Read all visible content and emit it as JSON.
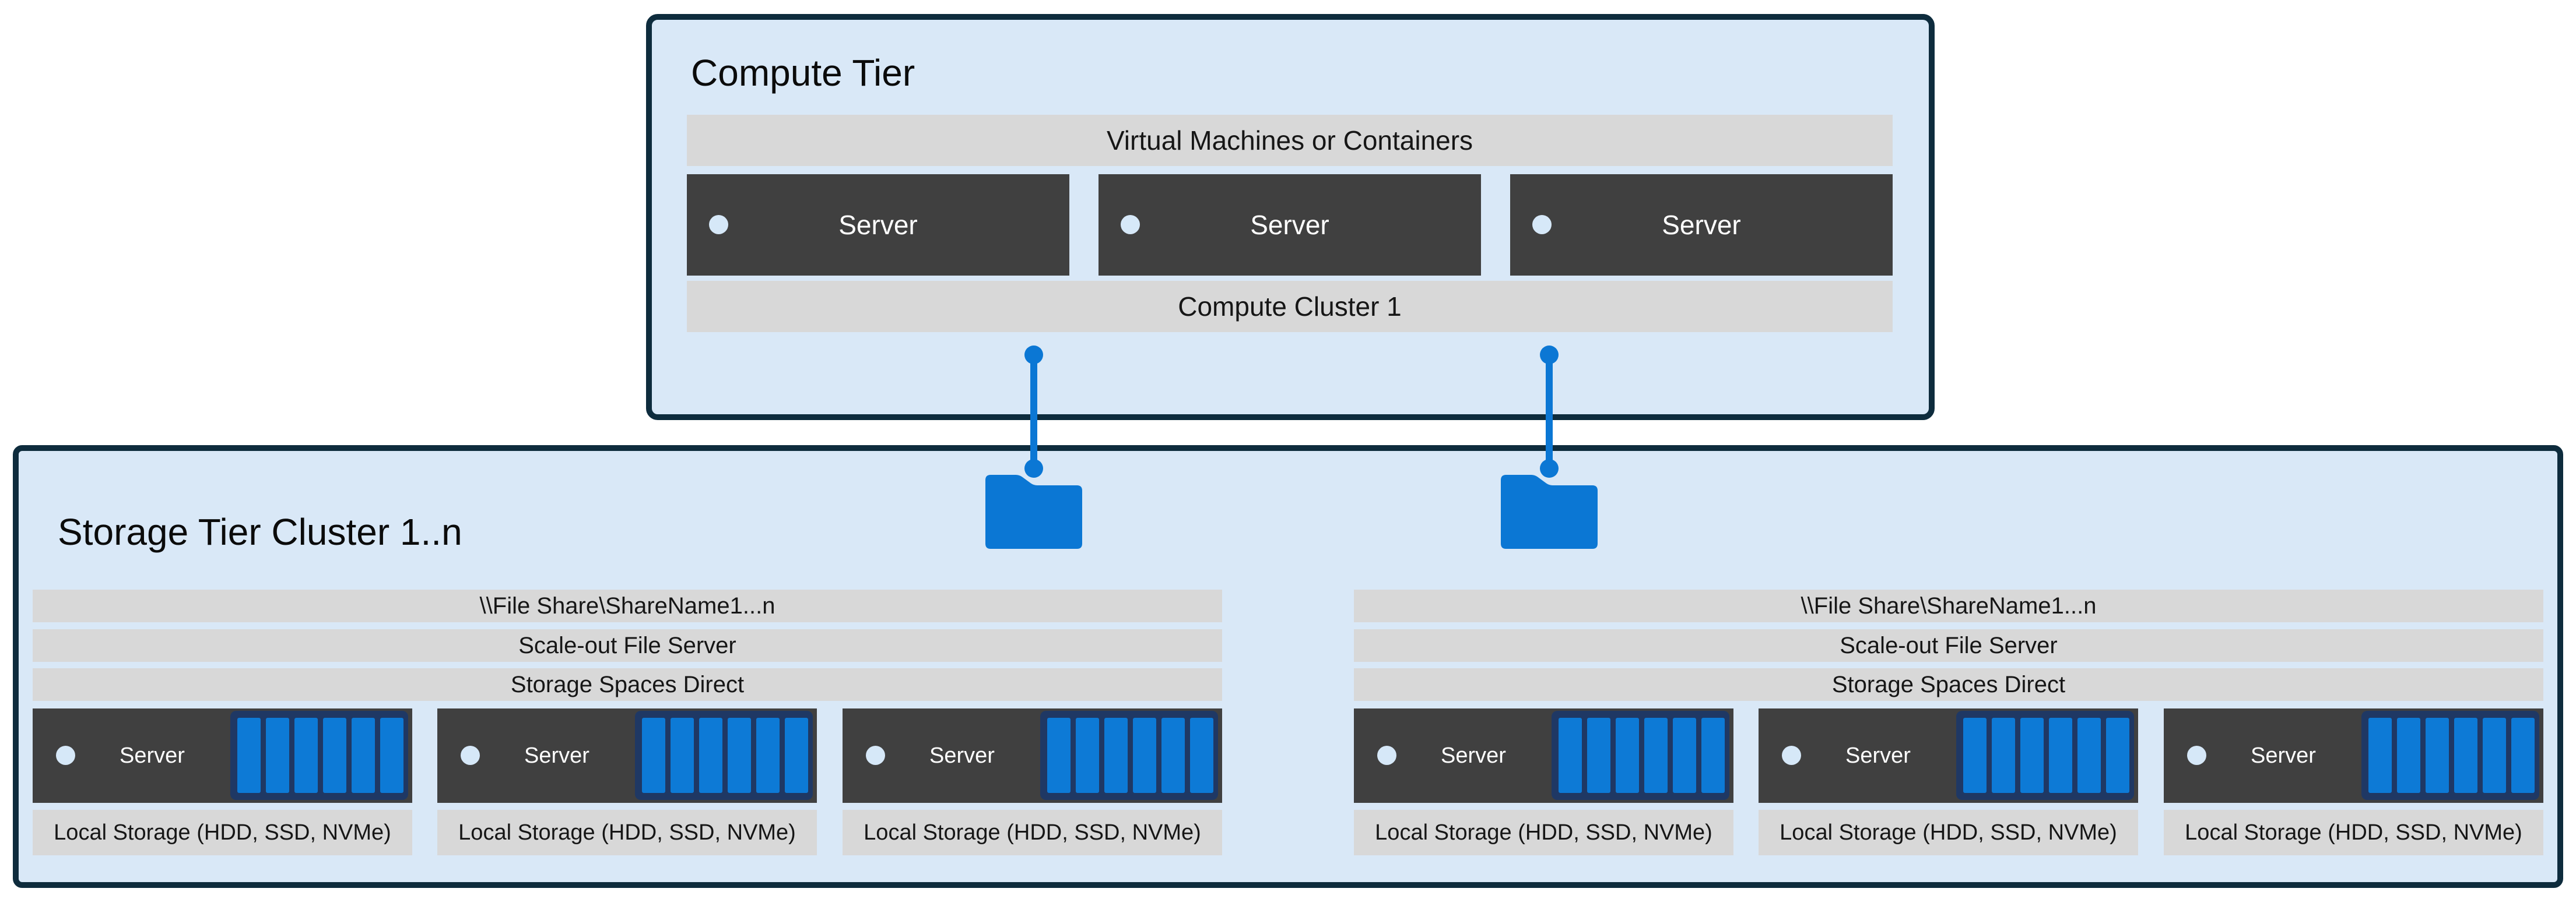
{
  "diagram": {
    "compute_tier": {
      "title": "Compute Tier",
      "vm_bar_label": "Virtual Machines or Containers",
      "servers": [
        {
          "label": "Server"
        },
        {
          "label": "Server"
        },
        {
          "label": "Server"
        }
      ],
      "cluster_bar_label": "Compute Cluster 1"
    },
    "storage_tier": {
      "title": "Storage Tier Cluster 1..n",
      "clusters": [
        {
          "file_share_label": "\\\\File Share\\ShareName1...n",
          "sofs_label": "Scale-out File Server",
          "s2d_label": "Storage Spaces Direct",
          "servers": [
            {
              "label": "Server",
              "local_storage_label": "Local Storage (HDD, SSD, NVMe)"
            },
            {
              "label": "Server",
              "local_storage_label": "Local Storage (HDD, SSD, NVMe)"
            },
            {
              "label": "Server",
              "local_storage_label": "Local Storage (HDD, SSD, NVMe)"
            }
          ]
        },
        {
          "file_share_label": "\\\\File Share\\ShareName1...n",
          "sofs_label": "Scale-out File Server",
          "s2d_label": "Storage Spaces Direct",
          "servers": [
            {
              "label": "Server",
              "local_storage_label": "Local Storage (HDD, SSD, NVMe)"
            },
            {
              "label": "Server",
              "local_storage_label": "Local Storage (HDD, SSD, NVMe)"
            },
            {
              "label": "Server",
              "local_storage_label": "Local Storage (HDD, SSD, NVMe)"
            }
          ]
        }
      ]
    },
    "colors": {
      "tier_fill": "#d9e8f7",
      "tier_border": "#0e2c3d",
      "bar_fill": "#d8d8d8",
      "server_fill": "#404040",
      "accent_blue": "#0b77d4",
      "disk_fill": "#0d7ad6",
      "disk_tray": "#1f3864",
      "server_dot": "#d6e8f8"
    }
  }
}
